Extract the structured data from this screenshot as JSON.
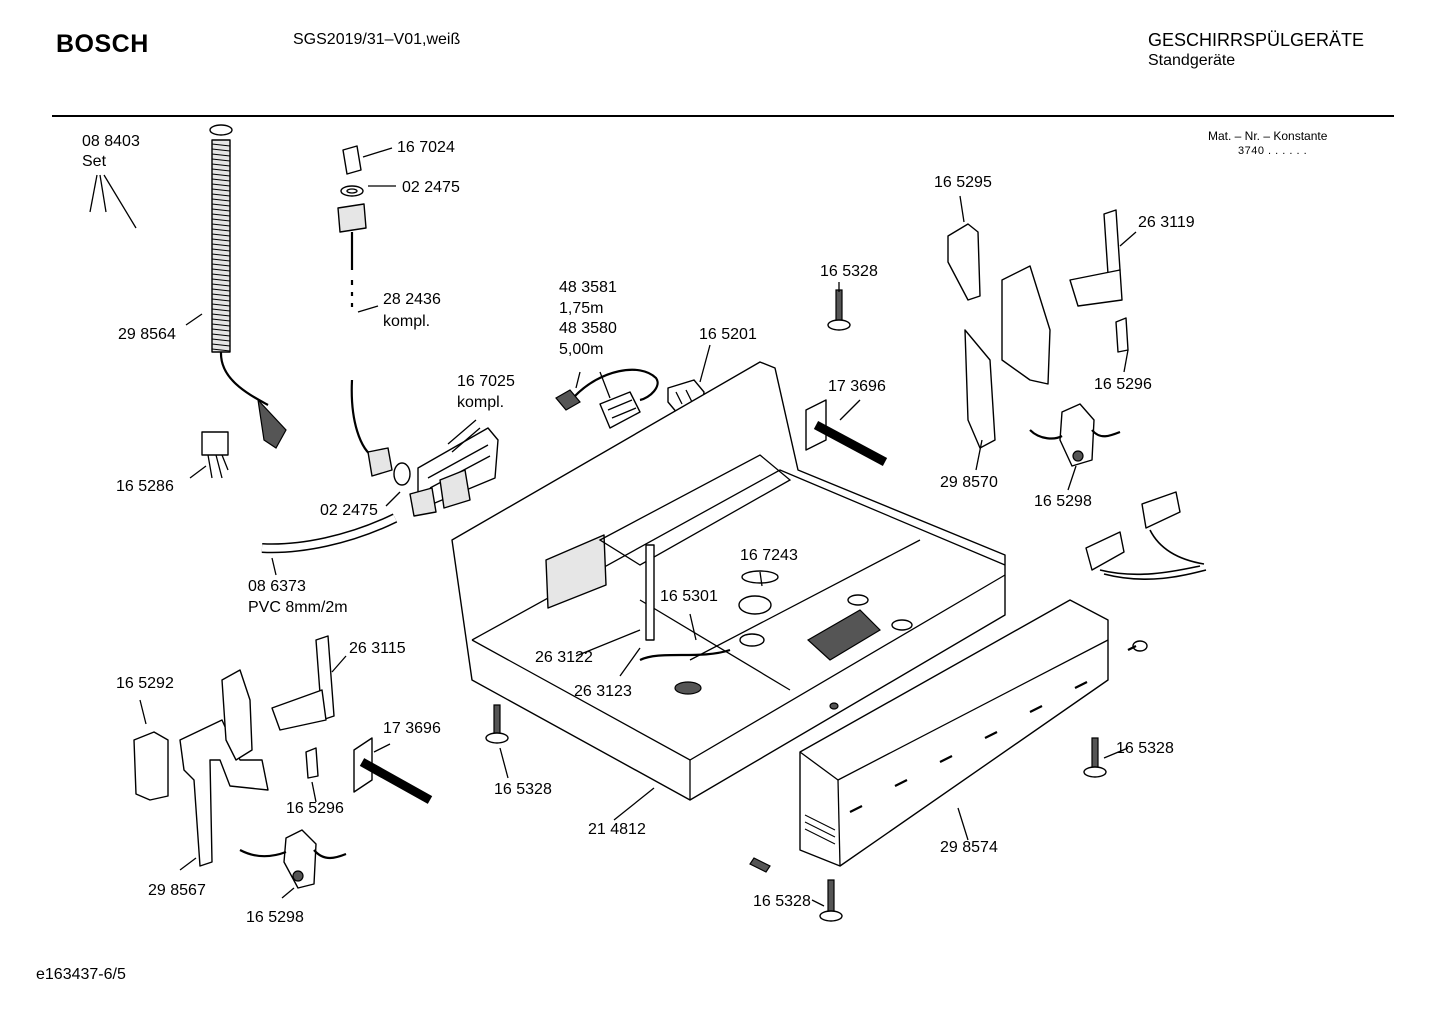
{
  "header": {
    "brand": "BOSCH",
    "model": "SGS2019/31–V01,weiß",
    "category": "GESCHIRRSPÜLGERÄTE",
    "subcategory": "Standgeräte",
    "mat_label": "Mat. – Nr. – Konstante",
    "mat_value": "3740  .  .  .  .  .  ."
  },
  "footer": {
    "drawing_id": "e163437-6/5"
  },
  "parts": [
    {
      "id": "p088403",
      "lines": [
        "08 8403",
        "Set"
      ]
    },
    {
      "id": "p298564",
      "lines": [
        "29 8564"
      ]
    },
    {
      "id": "p165286",
      "lines": [
        "16 5286"
      ]
    },
    {
      "id": "p167024",
      "lines": [
        "16 7024"
      ]
    },
    {
      "id": "p022475a",
      "lines": [
        "02 2475"
      ]
    },
    {
      "id": "p282436",
      "lines": [
        "28 2436",
        "kompl."
      ]
    },
    {
      "id": "p167025",
      "lines": [
        "16 7025",
        "kompl."
      ]
    },
    {
      "id": "p022475b",
      "lines": [
        "02 2475"
      ]
    },
    {
      "id": "p086373",
      "lines": [
        "08 6373",
        "PVC 8mm/2m"
      ]
    },
    {
      "id": "p483581",
      "lines": [
        "48 3581",
        "1,75m",
        "48 3580",
        "5,00m"
      ]
    },
    {
      "id": "p165201",
      "lines": [
        "16 5201"
      ]
    },
    {
      "id": "p165328a",
      "lines": [
        "16 5328"
      ]
    },
    {
      "id": "p173696a",
      "lines": [
        "17 3696"
      ]
    },
    {
      "id": "p165295",
      "lines": [
        "16 5295"
      ]
    },
    {
      "id": "p263119",
      "lines": [
        "26 3119"
      ]
    },
    {
      "id": "p165296a",
      "lines": [
        "16 5296"
      ]
    },
    {
      "id": "p298570",
      "lines": [
        "29 8570"
      ]
    },
    {
      "id": "p165298a",
      "lines": [
        "16 5298"
      ]
    },
    {
      "id": "p167243",
      "lines": [
        "16 7243"
      ]
    },
    {
      "id": "p165301",
      "lines": [
        "16 5301"
      ]
    },
    {
      "id": "p263122",
      "lines": [
        "26 3122"
      ]
    },
    {
      "id": "p263123",
      "lines": [
        "26 3123"
      ]
    },
    {
      "id": "p263115",
      "lines": [
        "26 3115"
      ]
    },
    {
      "id": "p165292",
      "lines": [
        "16 5292"
      ]
    },
    {
      "id": "p173696b",
      "lines": [
        "17 3696"
      ]
    },
    {
      "id": "p165296b",
      "lines": [
        "16 5296"
      ]
    },
    {
      "id": "p298567",
      "lines": [
        "29 8567"
      ]
    },
    {
      "id": "p165298b",
      "lines": [
        "16 5298"
      ]
    },
    {
      "id": "p165328b",
      "lines": [
        "16 5328"
      ]
    },
    {
      "id": "p214812",
      "lines": [
        "21 4812"
      ]
    },
    {
      "id": "p165328c",
      "lines": [
        "16 5328"
      ]
    },
    {
      "id": "p298574",
      "lines": [
        "29 8574"
      ]
    },
    {
      "id": "p165328d",
      "lines": [
        "16 5328"
      ]
    }
  ]
}
